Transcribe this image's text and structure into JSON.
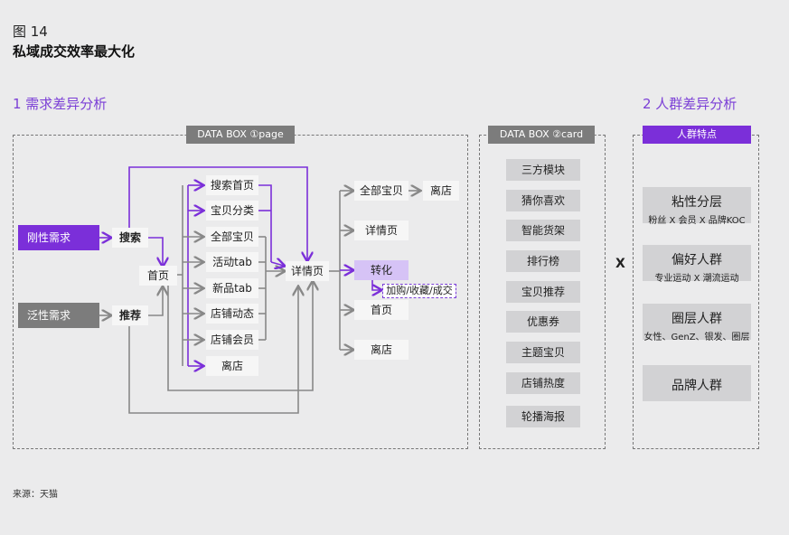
{
  "header": {
    "figure_label": "图 14",
    "title": "私域成交效率最大化"
  },
  "section1": {
    "title": "1 需求差异分析",
    "box_label": "DATA BOX ①page"
  },
  "section_card": {
    "box_label": "DATA BOX ②card"
  },
  "section2": {
    "title": "2 人群差异分析",
    "box_label": "人群特点"
  },
  "demand": {
    "rigid": "刚性需求",
    "general": "泛性需求"
  },
  "entry": {
    "search": "搜索",
    "recommend": "推荐",
    "home": "首页"
  },
  "pages": [
    "搜索首页",
    "宝贝分类",
    "全部宝贝",
    "活动tab",
    "新品tab",
    "店铺动态",
    "店铺会员",
    "离店"
  ],
  "detail": "详情页",
  "outcomes": {
    "all_items": "全部宝贝",
    "leave_after_all": "离店",
    "detail": "详情页",
    "convert": "转化",
    "convert_sub": "加购/收藏/成交",
    "home": "首页",
    "leave": "离店"
  },
  "cards": [
    "三方模块",
    "猜你喜欢",
    "智能货架",
    "排行榜",
    "宝贝推荐",
    "优惠券",
    "主题宝贝",
    "店铺热度",
    "轮播海报"
  ],
  "x_mark": "X",
  "people": [
    {
      "title": "粘性分层",
      "sub": "粉丝 X 会员 X 品牌KOC"
    },
    {
      "title": "偏好人群",
      "sub": "专业运动 X 潮流运动"
    },
    {
      "title": "圈层人群",
      "sub": "女性、GenZ、银发、圈层"
    },
    {
      "title": "品牌人群",
      "sub": ""
    }
  ],
  "source": "来源：天猫",
  "colors": {
    "accent": "#7b2fd9",
    "grey_line": "#888888",
    "background": "#ebebec"
  }
}
